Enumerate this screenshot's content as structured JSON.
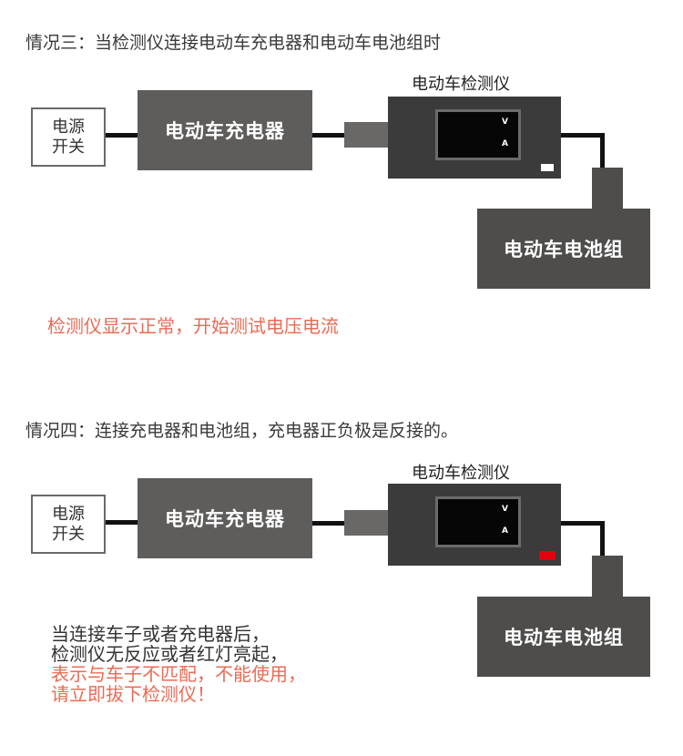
{
  "section3": {
    "heading": "情况三：当检测仪连接电动车充电器和电动车电池组时",
    "switch_line1": "电源",
    "switch_line2": "开关",
    "charger": "电动车充电器",
    "device_label": "电动车检测仪",
    "unit_v": "V",
    "unit_a": "A",
    "indicator_color": "#ffffff",
    "battery": "电动车电池组",
    "note": "检测仪显示正常，开始测试电压电流"
  },
  "section4": {
    "heading": "情况四：连接充电器和电池组，充电器正负极是反接的。",
    "switch_line1": "电源",
    "switch_line2": "开关",
    "charger": "电动车充电器",
    "device_label": "电动车检测仪",
    "unit_v": "V",
    "unit_a": "A",
    "indicator_color": "#e4000f",
    "battery": "电动车电池组",
    "warning": {
      "line1": "当连接车子或者充电器后，",
      "line2": "检测仪无反应或者红灯亮起，",
      "line3": "表示与车子不匹配，不能使用，",
      "line4": "请立即拔下检测仪！"
    }
  }
}
